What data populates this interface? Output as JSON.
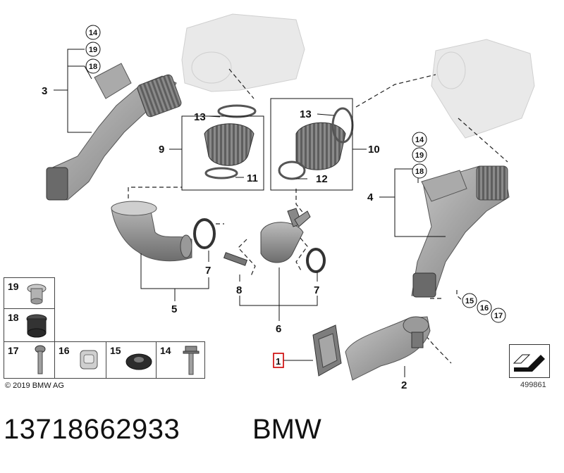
{
  "callouts": {
    "c14a": "14",
    "c19a": "19",
    "c18a": "18",
    "n3": "3",
    "n13a": "13",
    "n9": "9",
    "n11": "11",
    "n13b": "13",
    "n10": "10",
    "n12": "12",
    "c14b": "14",
    "c19b": "19",
    "c18b": "18",
    "n4": "4",
    "n7a": "7",
    "n5": "5",
    "n8": "8",
    "n6": "6",
    "n7b": "7",
    "c15": "15",
    "c16": "16",
    "c17": "17",
    "n1": "1",
    "n2": "2"
  },
  "legend": {
    "cells": [
      {
        "num": "19"
      },
      {
        "num": "18"
      },
      {
        "num": "17"
      },
      {
        "num": "16"
      },
      {
        "num": "15"
      },
      {
        "num": "14"
      }
    ]
  },
  "copyright": "© 2019 BMW AG",
  "diagram_number": "499861",
  "part_number": "13718662933",
  "brand": "BMW",
  "colors": {
    "highlight": "#cc0000",
    "part_fill": "#9a9a9a",
    "ghost_fill": "#e6e6e6"
  }
}
